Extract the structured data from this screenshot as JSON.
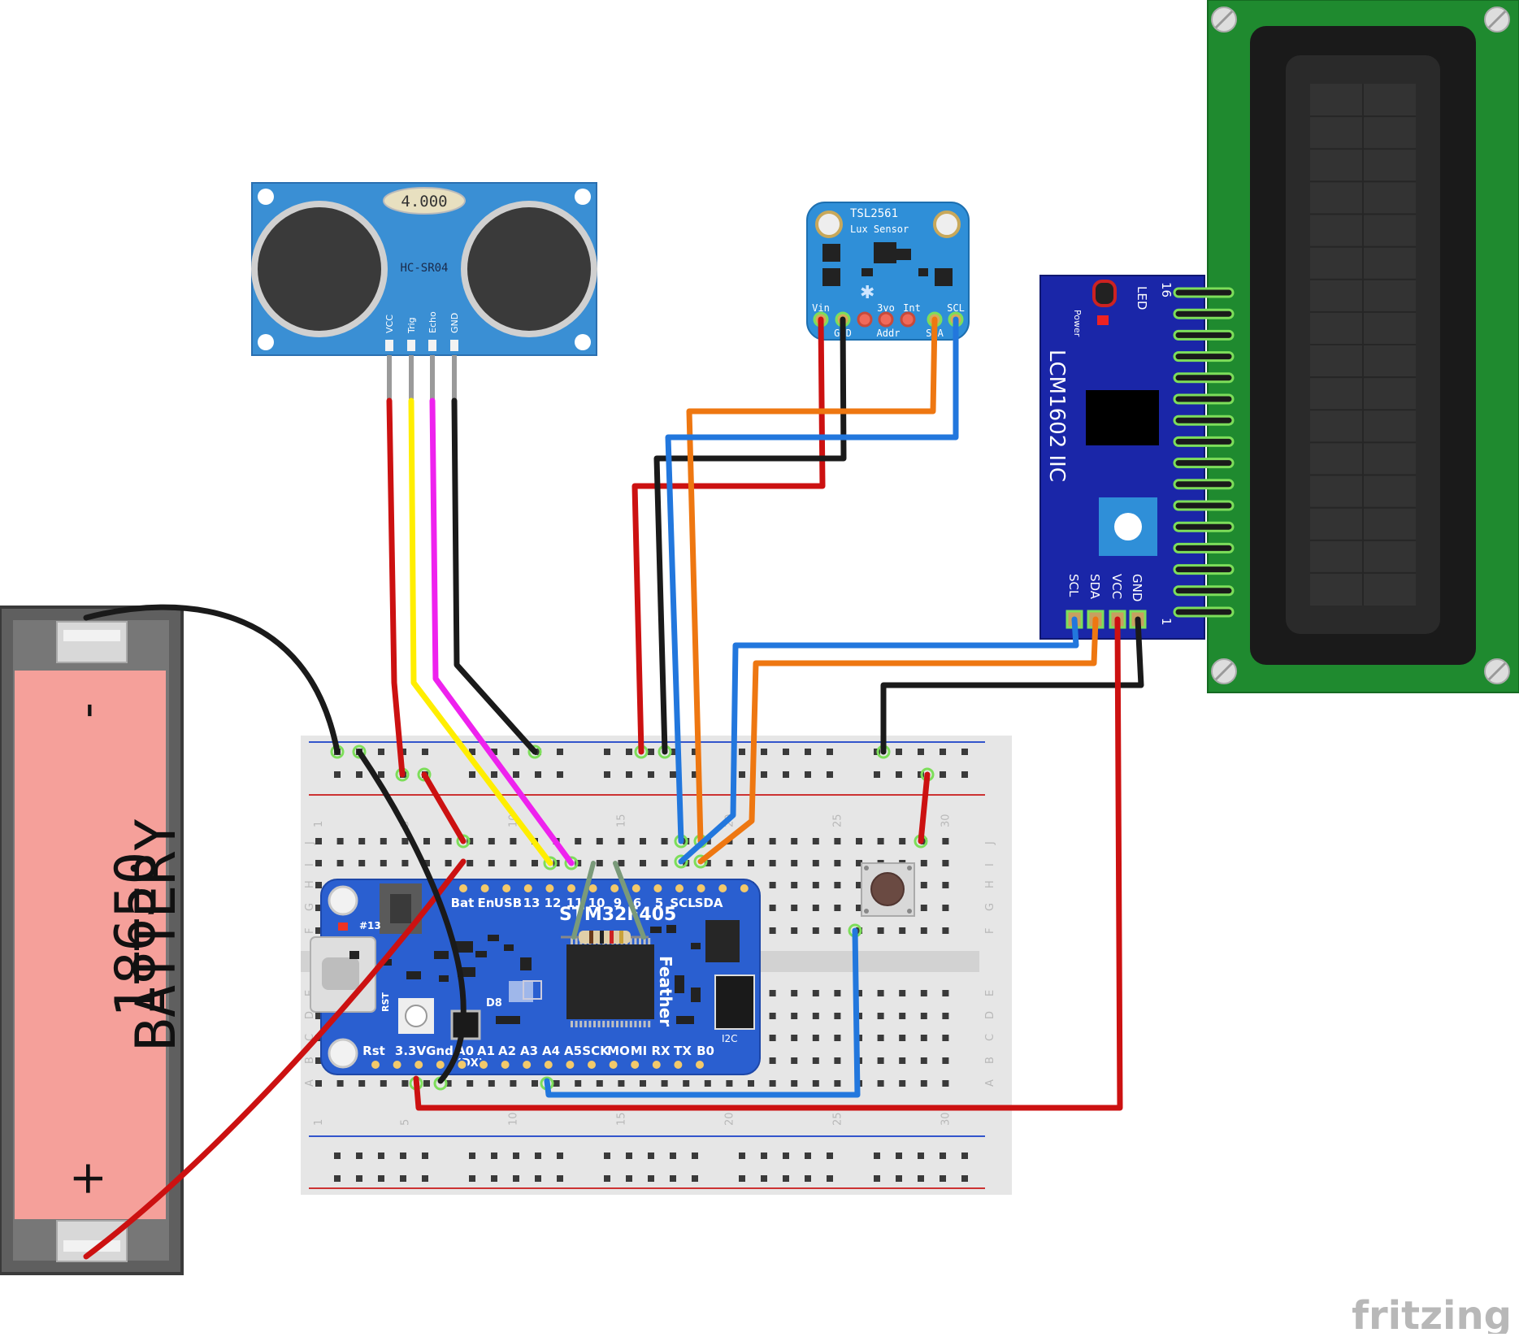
{
  "colors": {
    "wire_red": "#cc1111",
    "wire_black": "#1a1a1a",
    "wire_yellow": "#ffee00",
    "wire_magenta": "#ee22ee",
    "wire_orange": "#ee7711",
    "wire_blue": "#2277dd",
    "wire_grey": "#7a9a7a",
    "board_blue": "#2a5fd0",
    "sensor_blue": "#2f8fd8",
    "lcd_green": "#1f8a2f",
    "battery_pink": "#f5a09a",
    "breadboard": "#e4e4e4"
  },
  "hcsr04": {
    "label": "HC-SR04",
    "crystal": "4.000",
    "pins": [
      "VCC",
      "Trig",
      "Echo",
      "GND"
    ]
  },
  "tsl2561": {
    "title": "TSL2561",
    "subtitle": "Lux Sensor",
    "pins_top": [
      "Vin",
      "3vo",
      "Int",
      "SCL"
    ],
    "pins_bottom": [
      "GND",
      "Addr",
      "SDA"
    ]
  },
  "lcd_backpack": {
    "label": "LCM1602 IIC",
    "led_label": "LED",
    "power_label": "Power",
    "pin_16": "16",
    "pin_1": "1",
    "pins": [
      "SCL",
      "SDA",
      "VCC",
      "GND"
    ]
  },
  "battery": {
    "label_line1": "18650",
    "label_line2": "BATTERY",
    "minus": "-",
    "plus": "+"
  },
  "feather": {
    "chip": "STM32F405",
    "name": "Feather",
    "top_pins": [
      "Bat",
      "En",
      "USB",
      "13",
      "12",
      "11",
      "10",
      "9",
      "6",
      "5",
      "SCL",
      "SDA"
    ],
    "bottom_pins": [
      "Rst",
      "3.3V",
      "Gnd",
      "A0",
      "A1",
      "A2",
      "A3",
      "A4",
      "A5",
      "SCK",
      "MO",
      "MI",
      "RX",
      "TX",
      "B0"
    ],
    "labels": {
      "led": "#13",
      "rst": "RST",
      "d8": "D8",
      "i2c": "I2C",
      "dfu": "(DX)"
    }
  },
  "breadboard": {
    "col_numbers": [
      "1",
      "5",
      "10",
      "15",
      "20",
      "25",
      "30"
    ],
    "rows_top": [
      "J",
      "I",
      "H",
      "G",
      "F"
    ],
    "rows_bottom": [
      "E",
      "D",
      "C",
      "B",
      "A"
    ]
  },
  "watermark": "fritzing"
}
